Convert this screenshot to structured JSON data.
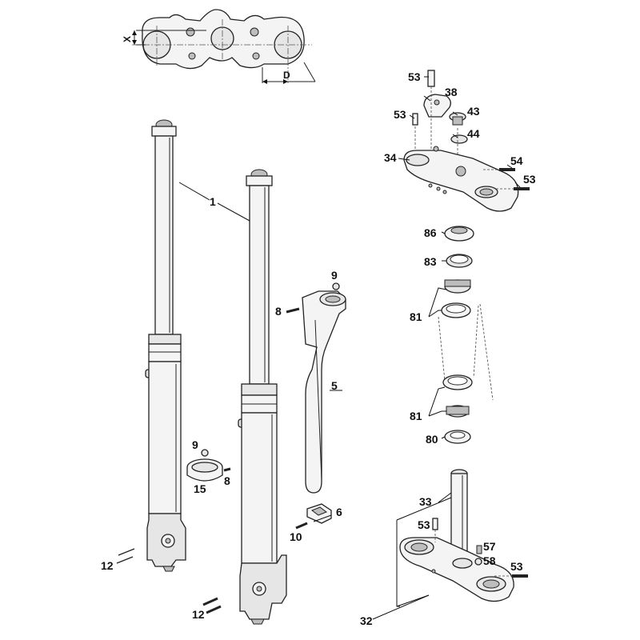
{
  "labels": {
    "c1": "1",
    "c5": "5",
    "c6": "6",
    "c8a": "8",
    "c8b": "8",
    "c9a": "9",
    "c9b": "9",
    "c10": "10",
    "c12a": "12",
    "c12b": "12",
    "c15": "15",
    "c32": "32",
    "c33": "33",
    "c34": "34",
    "c38": "38",
    "c43": "43",
    "c44": "44",
    "c53a": "53",
    "c53b": "53",
    "c53c": "53",
    "c53d": "53",
    "c53e": "53",
    "c54": "54",
    "c57": "57",
    "c58": "58",
    "c80": "80",
    "c81a": "81",
    "c81b": "81",
    "c83": "83",
    "c86": "86",
    "dimX": "X",
    "dimD": "D"
  }
}
